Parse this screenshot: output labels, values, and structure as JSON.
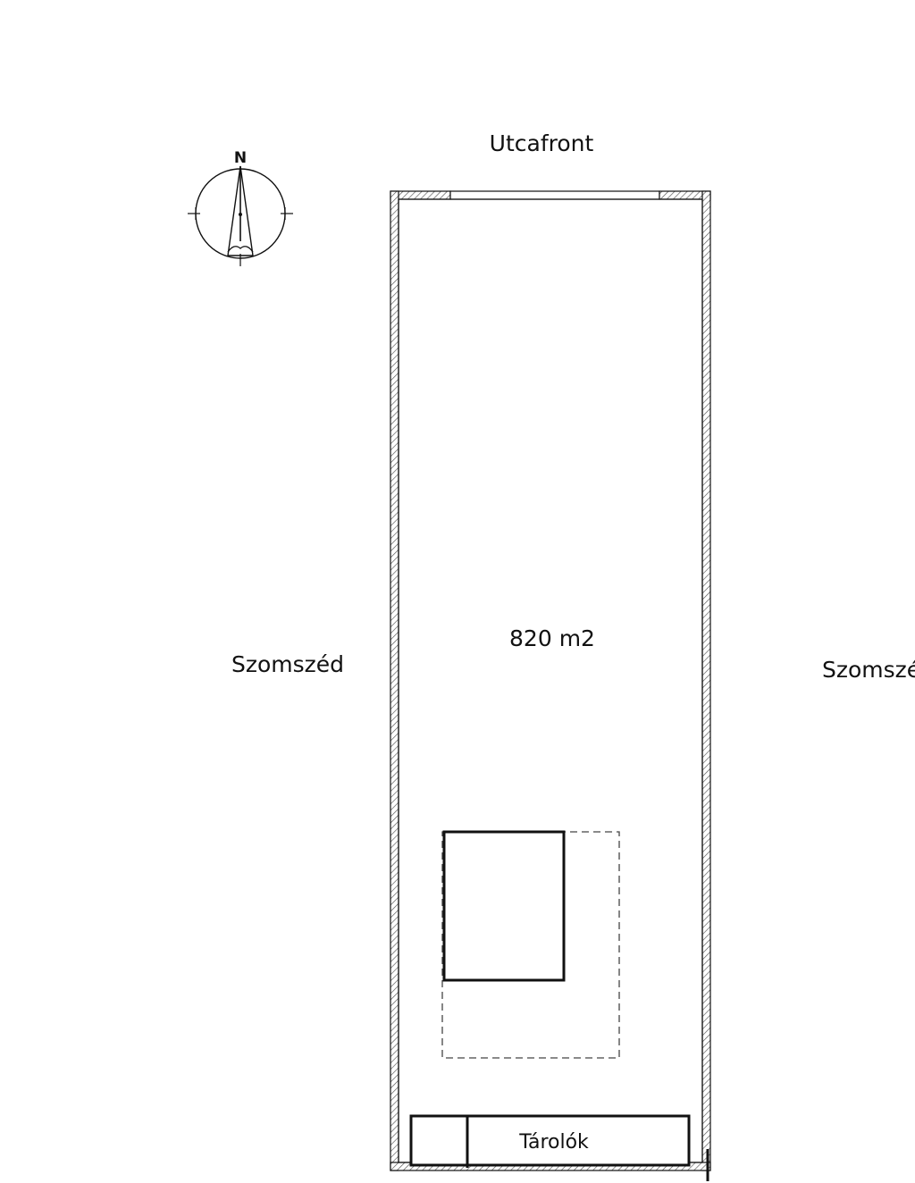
{
  "north_marker": "N",
  "street_label": "Utcafront",
  "neighbor_left_label": "Szomszéd",
  "neighbor_right_label": "Szomszéd",
  "plot_area_label": "820 m2",
  "storage_label": "Tárolók",
  "colors": {
    "line": "#111111",
    "hatch": "#555555",
    "background": "#ffffff"
  }
}
